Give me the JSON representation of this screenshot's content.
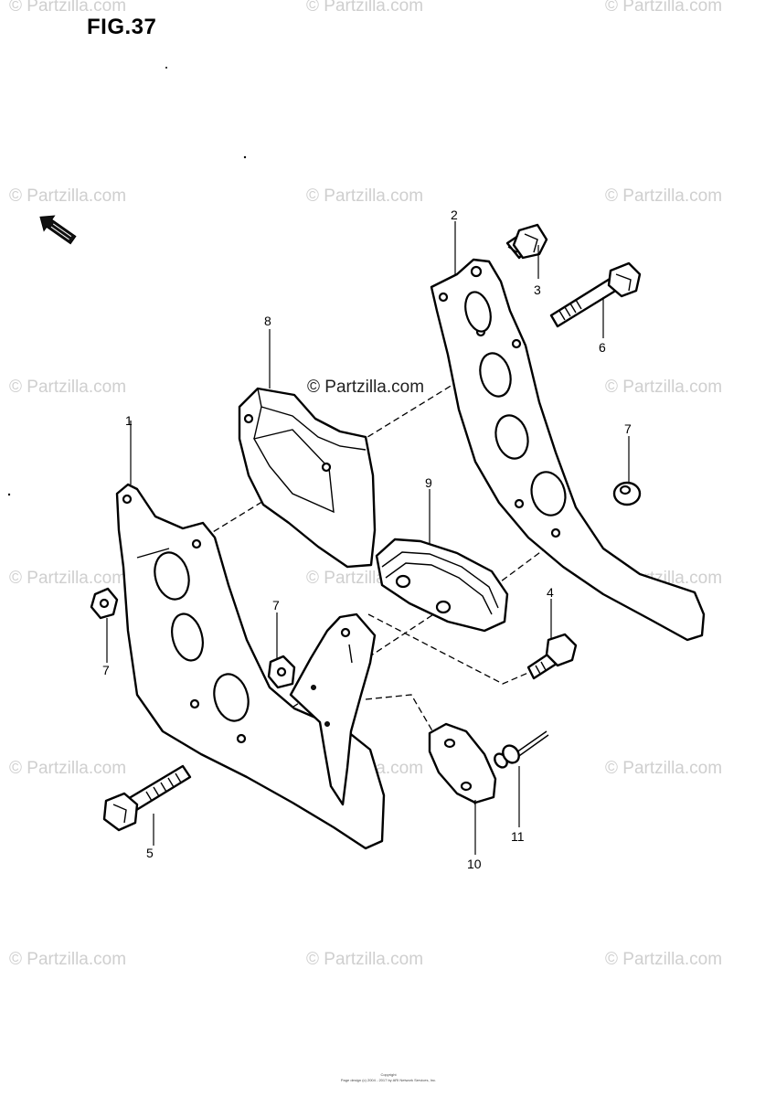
{
  "figure": {
    "title": "FIG.37",
    "center_watermark": "© Partzilla.com",
    "watermark_text": "© Partzilla.com",
    "footer_line1": "Copyright",
    "footer_line2": "Page design (c) 2004 - 2017 by ARI Network Services, Inc.",
    "front_arrow_icon": "front-direction-arrow-icon"
  },
  "callouts": [
    "1",
    "2",
    "3",
    "4",
    "5",
    "6",
    "7",
    "7",
    "7",
    "8",
    "9",
    "10",
    "11"
  ],
  "colors": {
    "line": "#000000",
    "watermark": "#cfcfcf",
    "background": "#ffffff"
  }
}
